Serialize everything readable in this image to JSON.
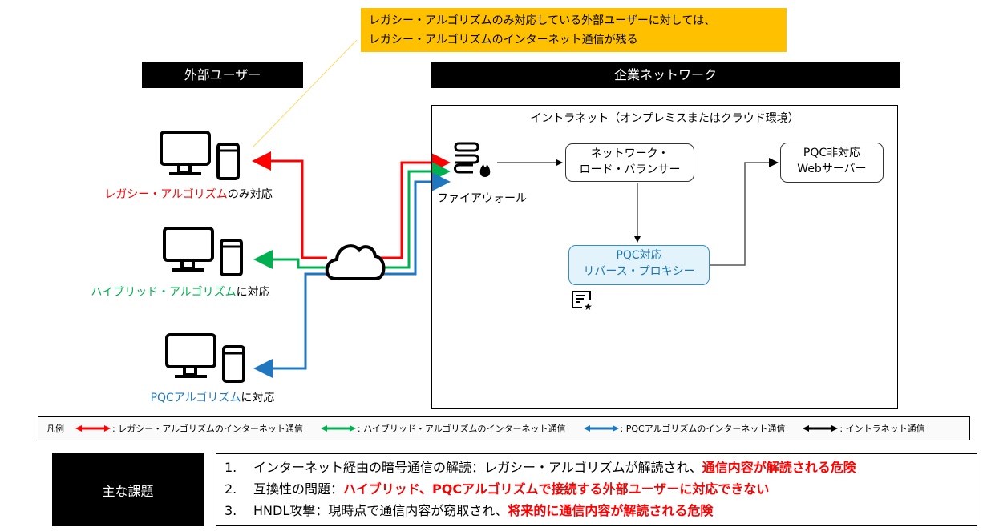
{
  "callout": {
    "line1": "レガシー・アルゴリズムのみ対応している外部ユーザーに対しては、",
    "line2": "レガシー・アルゴリズムのインターネット通信が残る",
    "color": "#FFC000"
  },
  "headers": {
    "external_users": "外部ユーザー",
    "corporate_network": "企業ネットワーク"
  },
  "intranet": {
    "title": "イントラネット（オンプレミスまたはクラウド環境）",
    "firewall_label": "ファイアウォール",
    "load_balancer": {
      "line1": "ネットワーク・",
      "line2": "ロード・バランサー"
    },
    "reverse_proxy": {
      "line1": "PQC対応",
      "line2": "リバース・プロキシー"
    },
    "web_server": {
      "line1": "PQC非対応",
      "line2": "Webサーバー"
    }
  },
  "devices": [
    {
      "colored": "レガシー・アルゴリズム",
      "rest": "のみ対応",
      "color": "#FF0000"
    },
    {
      "colored": "ハイブリッド・アルゴリズム",
      "rest": "に対応",
      "color": "#00B050"
    },
    {
      "colored": "PQCアルゴリズム",
      "rest": "に対応",
      "color": "#1F77C0"
    }
  ],
  "legend": {
    "title": "凡例",
    "items": [
      {
        "label": ": レガシー・アルゴリズムのインターネット通信",
        "color": "#FF0000"
      },
      {
        "label": ": ハイブリッド・アルゴリズムのインターネット通信",
        "color": "#00B050"
      },
      {
        "label": ": PQCアルゴリズムのインターネット通信",
        "color": "#1F77C0"
      },
      {
        "label": ": イントラネット通信",
        "color": "#000000"
      }
    ]
  },
  "issues": {
    "title": "主な課題",
    "items": [
      {
        "num": "1.",
        "text": "インターネット経由の暗号通信の解読：レガシー・アルゴリズムが解読され、",
        "highlight": "通信内容が解読される危険",
        "strike": false
      },
      {
        "num": "2.",
        "text": "互換性の問題：",
        "highlight": "ハイブリッド、PQCアルゴリズムで接続する外部ユーザーに対応できない",
        "strike": true
      },
      {
        "num": "3.",
        "text": "HNDL攻撃：現時点で通信内容が窃取され、",
        "highlight": "将来的に通信内容が解読される危険",
        "strike": false
      }
    ]
  }
}
